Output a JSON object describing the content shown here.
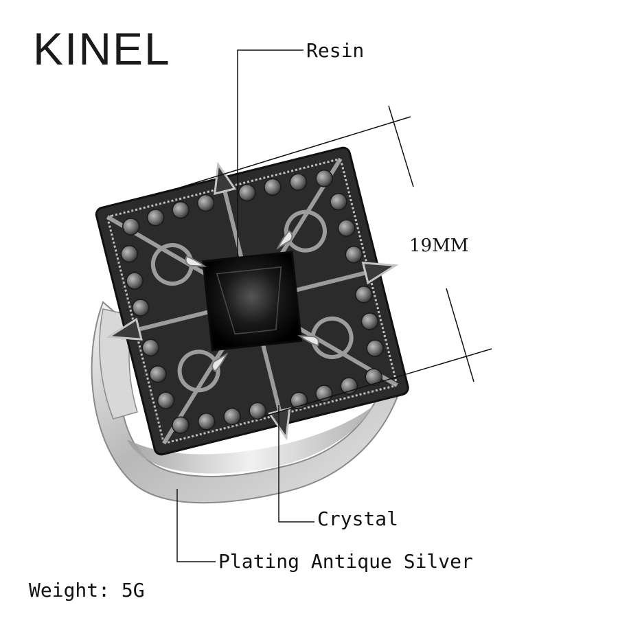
{
  "brand": {
    "name": "KINEL"
  },
  "annotations": {
    "resin": "Resin",
    "dimension": "19MM",
    "crystal": "Crystal",
    "plating": "Plating Antique Silver"
  },
  "specs": {
    "weight": "Weight: 5G"
  },
  "colors": {
    "background": "#ffffff",
    "text": "#111111",
    "silver": "#c9c9c9",
    "dark_metal": "#2b2b2b",
    "stone": "#0a0a0a",
    "marcasite": "#6e6e6e"
  }
}
